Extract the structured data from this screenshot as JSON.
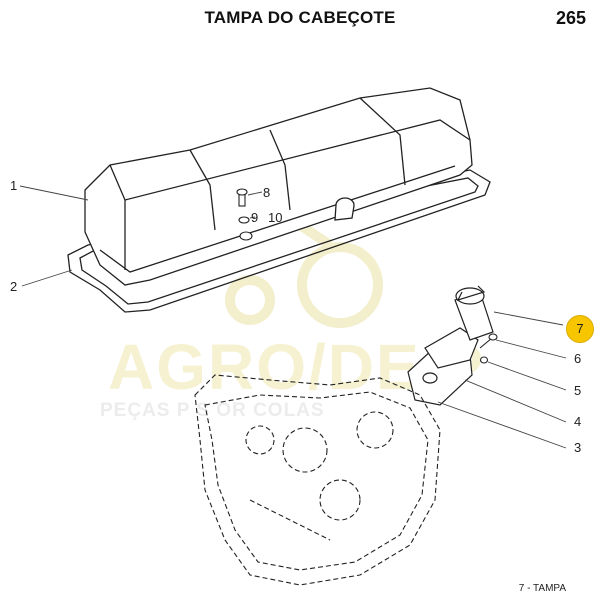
{
  "header": {
    "title": "TAMPA DO CABEÇOTE",
    "page_number": "265"
  },
  "watermark": {
    "brand": "AGRO/DE P",
    "tagline": "PEÇAS P   S   OR   COLAS"
  },
  "callouts": [
    {
      "id": "1",
      "label": "1"
    },
    {
      "id": "2",
      "label": "2"
    },
    {
      "id": "8",
      "label": "8"
    },
    {
      "id": "9",
      "label": "9"
    },
    {
      "id": "10",
      "label": "10"
    },
    {
      "id": "7",
      "label": "7",
      "highlighted": true
    },
    {
      "id": "6",
      "label": "6"
    },
    {
      "id": "5",
      "label": "5"
    },
    {
      "id": "4",
      "label": "4"
    },
    {
      "id": "3",
      "label": "3"
    }
  ],
  "footer": {
    "label": "7 - TAMPA"
  },
  "colors": {
    "highlight": "#f7c600",
    "watermark": "#f6f1d0",
    "line": "#222222"
  }
}
